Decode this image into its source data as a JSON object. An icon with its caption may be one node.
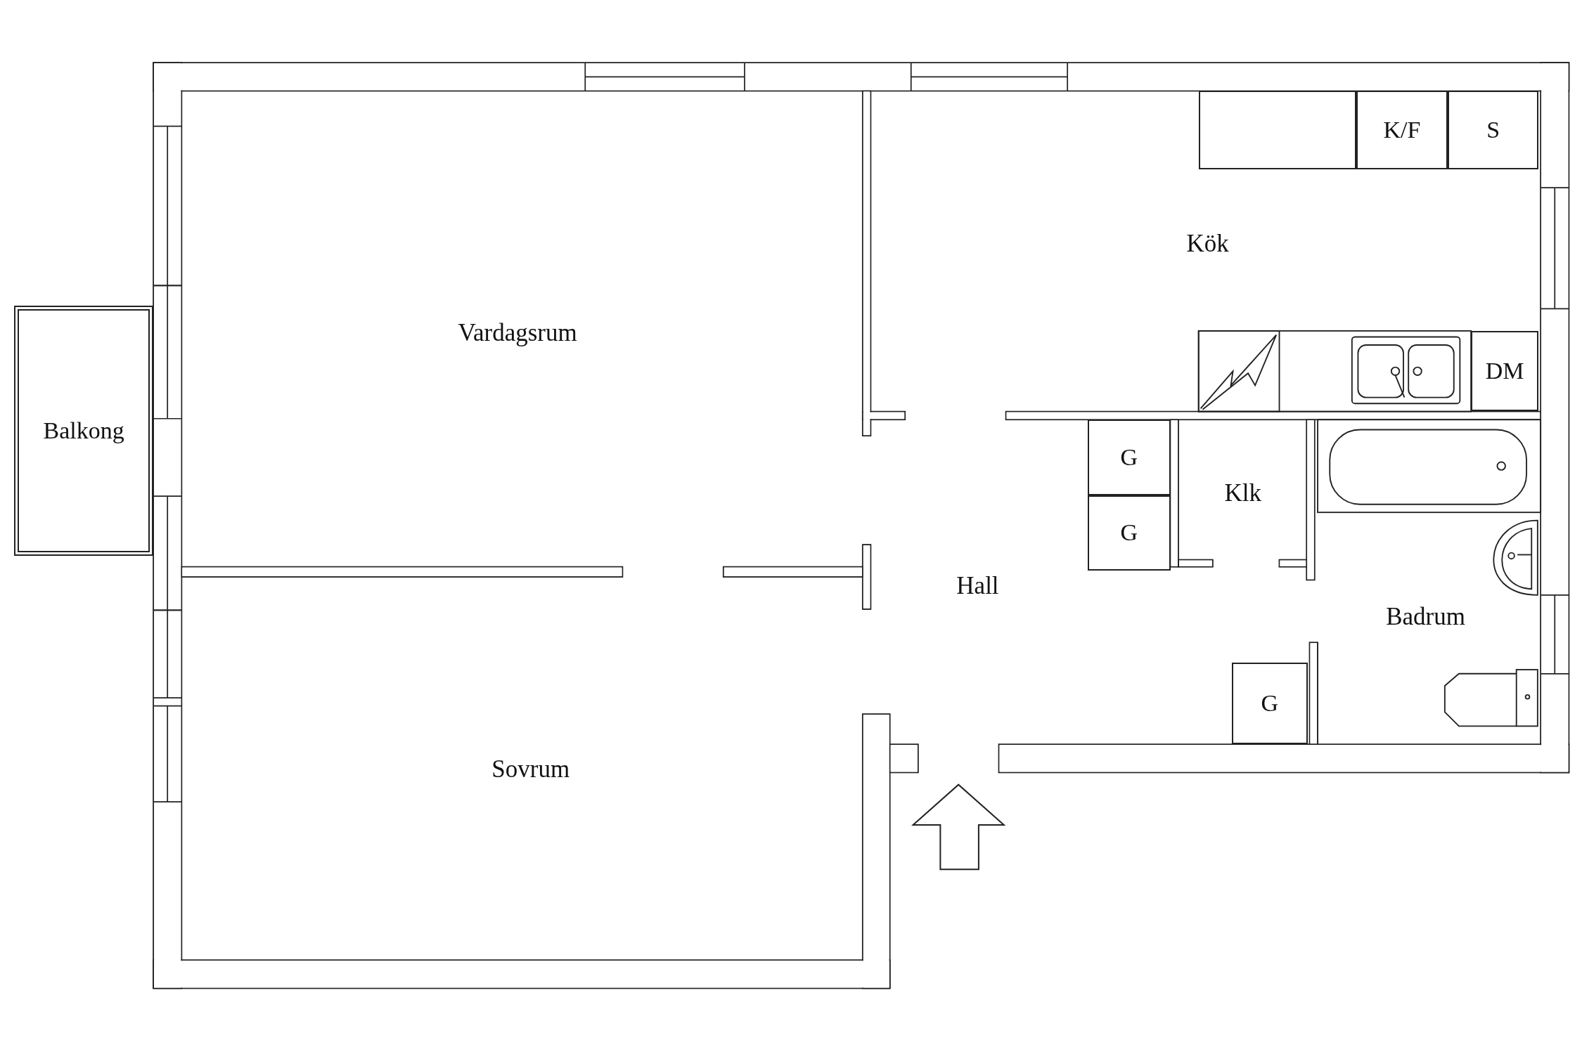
{
  "diagram": {
    "nodes": [
      {
        "text": [
          "Balkong"
        ]
      },
      {
        "text": [],
        "shape": "box"
      },
      {
        "text": [
          "K/F"
        ]
      },
      {
        "text": [
          "S"
        ]
      },
      {
        "text": [
          "DM"
        ]
      },
      {
        "text": [
          "G"
        ]
      },
      {
        "text": [
          "G"
        ]
      },
      {
        "text": [
          "G"
        ]
      }
    ],
    "labels": [
      "Vardagsrum",
      "Kök",
      "Hall",
      "Klk",
      "Badrum",
      "Sovrum"
    ]
  }
}
